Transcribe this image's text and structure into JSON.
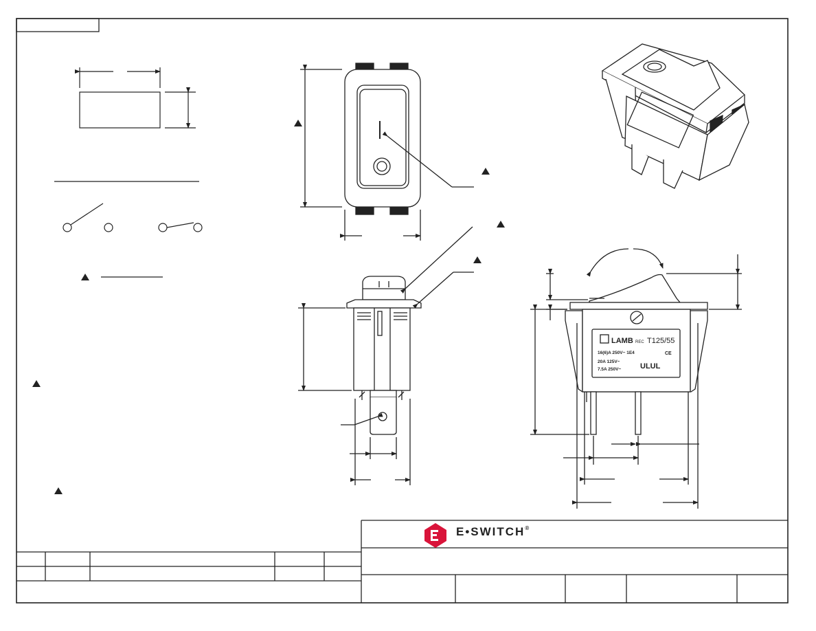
{
  "brand": {
    "name": "E•SWITCH",
    "registered": "®",
    "color": "#d9143a"
  },
  "rating_label": {
    "maker": "LAMB",
    "rec": "REC",
    "model": "T125/55",
    "line1": "16(6)A 250V~ 1E4",
    "line2": "20A 125V~",
    "line3": "7.5A 250V~",
    "cert": "ULUL",
    "ce": "CE"
  },
  "switch_front": {
    "marks": [
      "I",
      "O"
    ]
  },
  "colors": {
    "line": "#222222",
    "fill": "#ffffff",
    "tab": "#222222"
  }
}
